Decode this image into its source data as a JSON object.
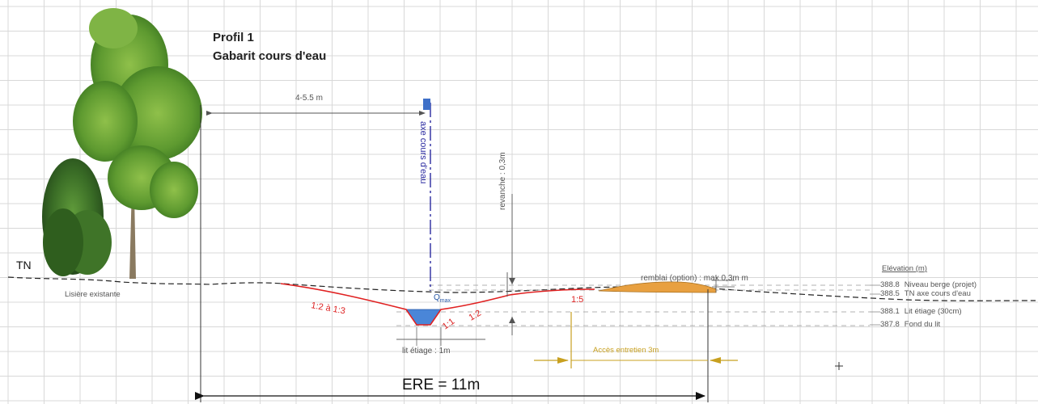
{
  "title": {
    "line1": "Profil 1",
    "line2": "Gabarit cours d'eau"
  },
  "labels": {
    "tn": "TN",
    "lisiere": "Lisière existante",
    "width_top": "4-5.5 m",
    "axe": "axe cours d'eau",
    "revanche": "revanche : 0,3m",
    "q_main": "Q",
    "q_sub": "max",
    "slope_left": "1:2 à 1:3",
    "slope_inner_left": "1:1",
    "slope_inner_right": "1:2",
    "slope_right": "1:5",
    "remblai": "remblai (option) : max 0,3m m",
    "lit_etiage": "lit étiage : 1m",
    "acces": "Accès entretien 3m",
    "ere": "ERE = 11m"
  },
  "elevation": {
    "header": "Elévation (m)",
    "levels": [
      {
        "value": "388.8",
        "label": "Niveau berge (projet)"
      },
      {
        "value": "388.5",
        "label": "TN axe cours d'eau"
      },
      {
        "value": "388.1",
        "label": "Lit étiage (30cm)"
      },
      {
        "value": "387.8",
        "label": "Fond du lit"
      }
    ]
  },
  "colors": {
    "grid": "#d4d4d4",
    "profile": "#e02020",
    "water": "#4a86d8",
    "axis": "#2a2aa0",
    "remblai": "#e8a040",
    "acces": "#c8a020",
    "dim": "#555555"
  }
}
